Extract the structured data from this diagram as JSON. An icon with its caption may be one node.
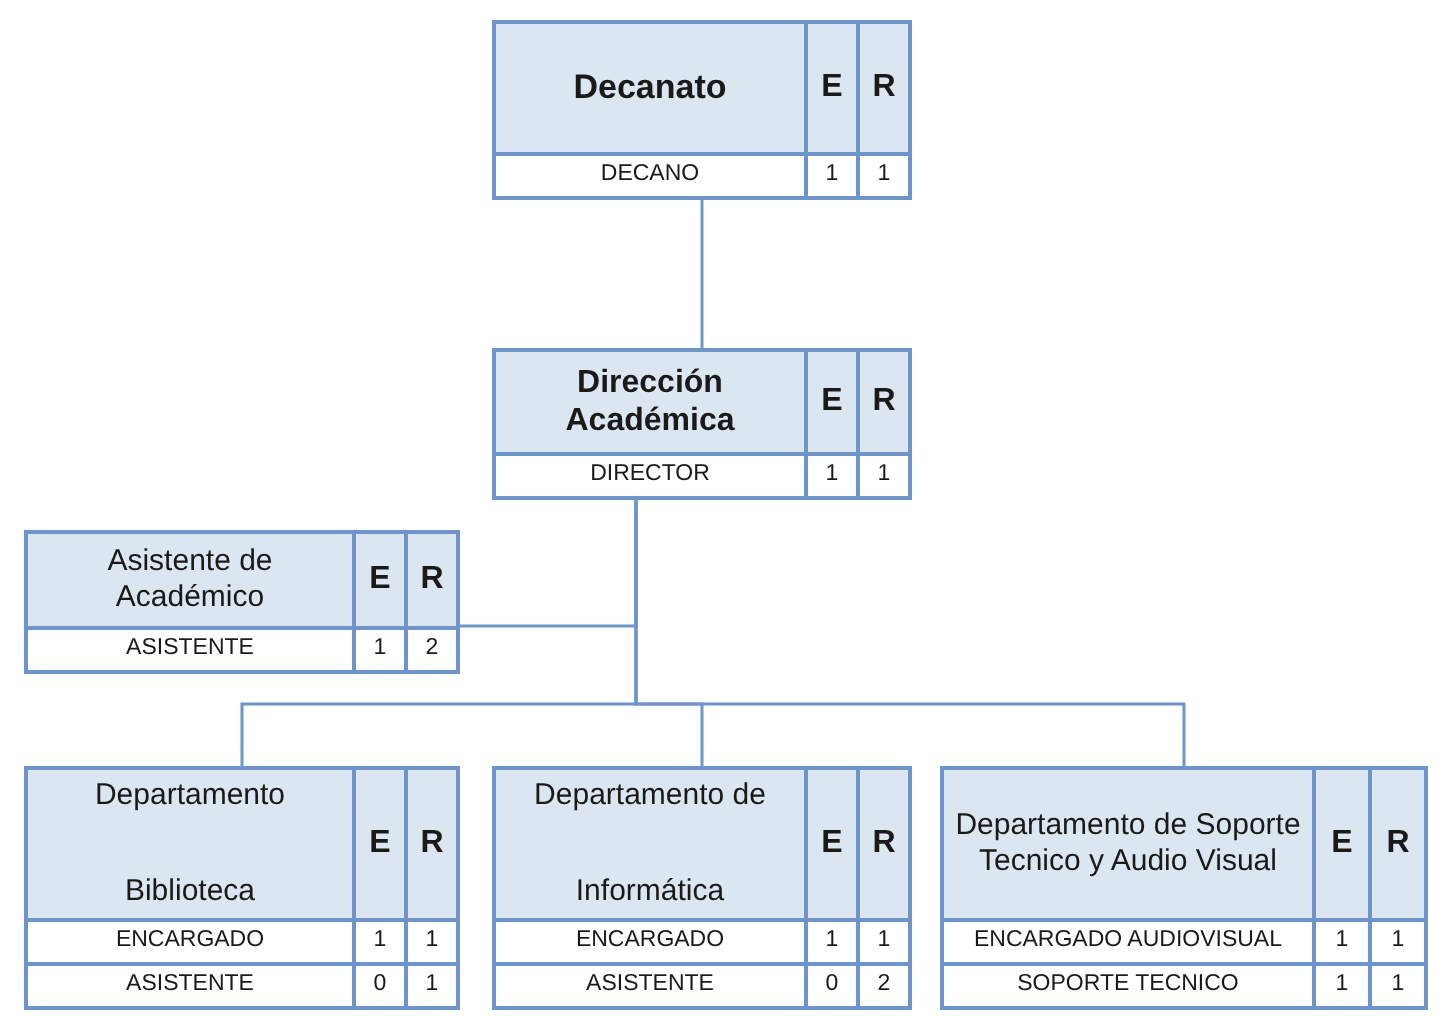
{
  "diagram": {
    "nodes": [
      {
        "text": [
          "Decanato",
          "E",
          "R",
          "DECANO",
          "1",
          "1"
        ]
      },
      {
        "text": [
          "Dirección Académica",
          "E",
          "R",
          "DIRECTOR",
          "1",
          "1"
        ]
      },
      {
        "text": [
          "Asistente de Académico",
          "E",
          "R",
          "ASISTENTE",
          "1",
          "2"
        ]
      },
      {
        "text": [
          "Departamento Biblioteca",
          "E",
          "R",
          "ENCARGADO",
          "1",
          "1",
          "ASISTENTE",
          "0",
          "1"
        ]
      },
      {
        "text": [
          "Departamento de Informática",
          "E",
          "R",
          "ENCARGADO",
          "1",
          "1",
          "ASISTENTE",
          "0",
          "2"
        ]
      },
      {
        "text": [
          "Departamento de Soporte Tecnico y Audio Visual",
          "E",
          "R",
          "ENCARGADO AUDIOVISUAL",
          "1",
          "1",
          "SOPORTE TECNICO",
          "1",
          "1"
        ]
      }
    ],
    "edges": [
      {
        "from": 0,
        "to": 1,
        "arrow": "none"
      },
      {
        "from": 1,
        "to": 2,
        "arrow": "none"
      },
      {
        "from": 1,
        "to": 3,
        "arrow": "none"
      },
      {
        "from": 1,
        "to": 4,
        "arrow": "none"
      },
      {
        "from": 1,
        "to": 5,
        "arrow": "none"
      }
    ]
  }
}
